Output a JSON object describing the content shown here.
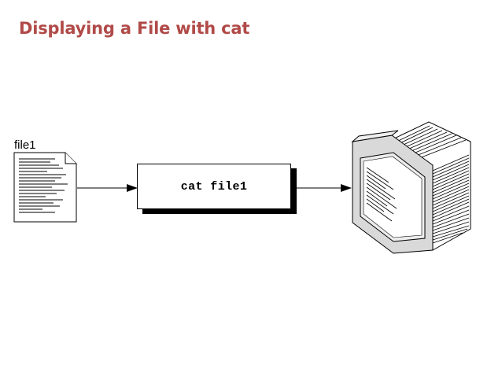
{
  "title": "Displaying a File with cat",
  "file": {
    "name": "file1"
  },
  "command": {
    "text": "cat file1"
  },
  "colors": {
    "title": "#b04a48",
    "ink": "#000000",
    "paper": "#ffffff",
    "monitor_gray": "#d9d9d9",
    "screen_gray": "#ececec"
  },
  "icons": [
    "document-icon",
    "arrow-right-icon",
    "monitor-icon"
  ]
}
